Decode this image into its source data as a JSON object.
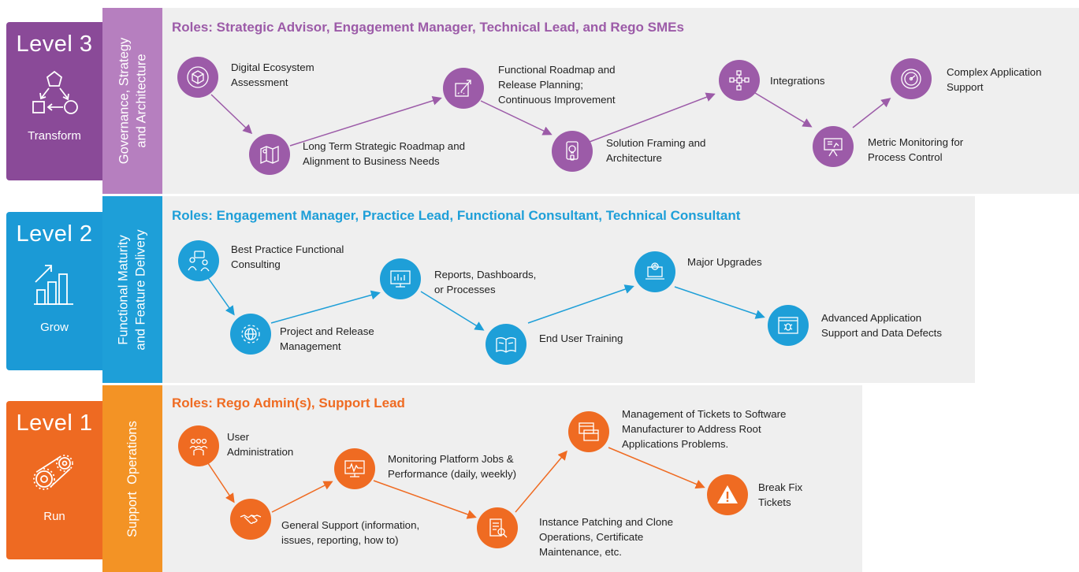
{
  "colors": {
    "purple": "#9c5ba8",
    "purple_dark": "#7e3f8f",
    "blue": "#1e9fd8",
    "blue_dark": "#1b8cc0",
    "orange": "#ef6b22",
    "orange_strip": "#f39325"
  },
  "levels": [
    {
      "id": "level3",
      "label": "Level 3",
      "subtitle": "Transform",
      "strip_text": "Governance, Strategy\nand Architecture",
      "roles": "Roles: Strategic Advisor, Engagement Manager, Technical Lead, and Rego SMEs",
      "steps": [
        {
          "icon": "cube-icon",
          "label": "Digital Ecosystem\nAssessment"
        },
        {
          "icon": "map-icon",
          "label": "Long Term Strategic Roadmap and\nAlignment to Business Needs"
        },
        {
          "icon": "roadmap-icon",
          "label": "Functional Roadmap and\nRelease Planning;\nContinuous Improvement"
        },
        {
          "icon": "lightbulb-icon",
          "label": "Solution Framing and\nArchitecture"
        },
        {
          "icon": "network-icon",
          "label": "Integrations"
        },
        {
          "icon": "presentation-icon",
          "label": "Metric Monitoring for\nProcess Control"
        },
        {
          "icon": "gauge-icon",
          "label": "Complex Application\nSupport"
        }
      ]
    },
    {
      "id": "level2",
      "label": "Level 2",
      "subtitle": "Grow",
      "strip_text": "Functional Maturity\nand Feature Delivery",
      "roles": "Roles: Engagement Manager, Practice Lead, Functional Consultant, Technical Consultant",
      "steps": [
        {
          "icon": "consulting-icon",
          "label": "Best Practice Functional\nConsulting"
        },
        {
          "icon": "globe-gear-icon",
          "label": "Project and Release\nManagement"
        },
        {
          "icon": "monitor-chart-icon",
          "label": "Reports, Dashboards,\nor Processes"
        },
        {
          "icon": "book-icon",
          "label": "End User Training"
        },
        {
          "icon": "laptop-upgrade-icon",
          "label": "Major Upgrades"
        },
        {
          "icon": "bug-window-icon",
          "label": "Advanced Application\nSupport and Data Defects"
        }
      ]
    },
    {
      "id": "level1",
      "label": "Level 1",
      "subtitle": "Run",
      "strip_text": "Support  Operations",
      "roles": "Roles: Rego Admin(s), Support Lead",
      "steps": [
        {
          "icon": "users-icon",
          "label": "User\nAdministration"
        },
        {
          "icon": "handshake-icon",
          "label": "General Support (information,\nissues, reporting, how to)"
        },
        {
          "icon": "monitor-wave-icon",
          "label": "Monitoring Platform Jobs &\nPerformance (daily, weekly)"
        },
        {
          "icon": "document-search-icon",
          "label": "Instance Patching and Clone\nOperations, Certificate\nMaintenance, etc."
        },
        {
          "icon": "windows-icon",
          "label": "Management of Tickets to Software\nManufacturer to  Address Root\nApplications Problems."
        },
        {
          "icon": "warning-icon",
          "label": "Break Fix\nTickets"
        }
      ]
    }
  ]
}
